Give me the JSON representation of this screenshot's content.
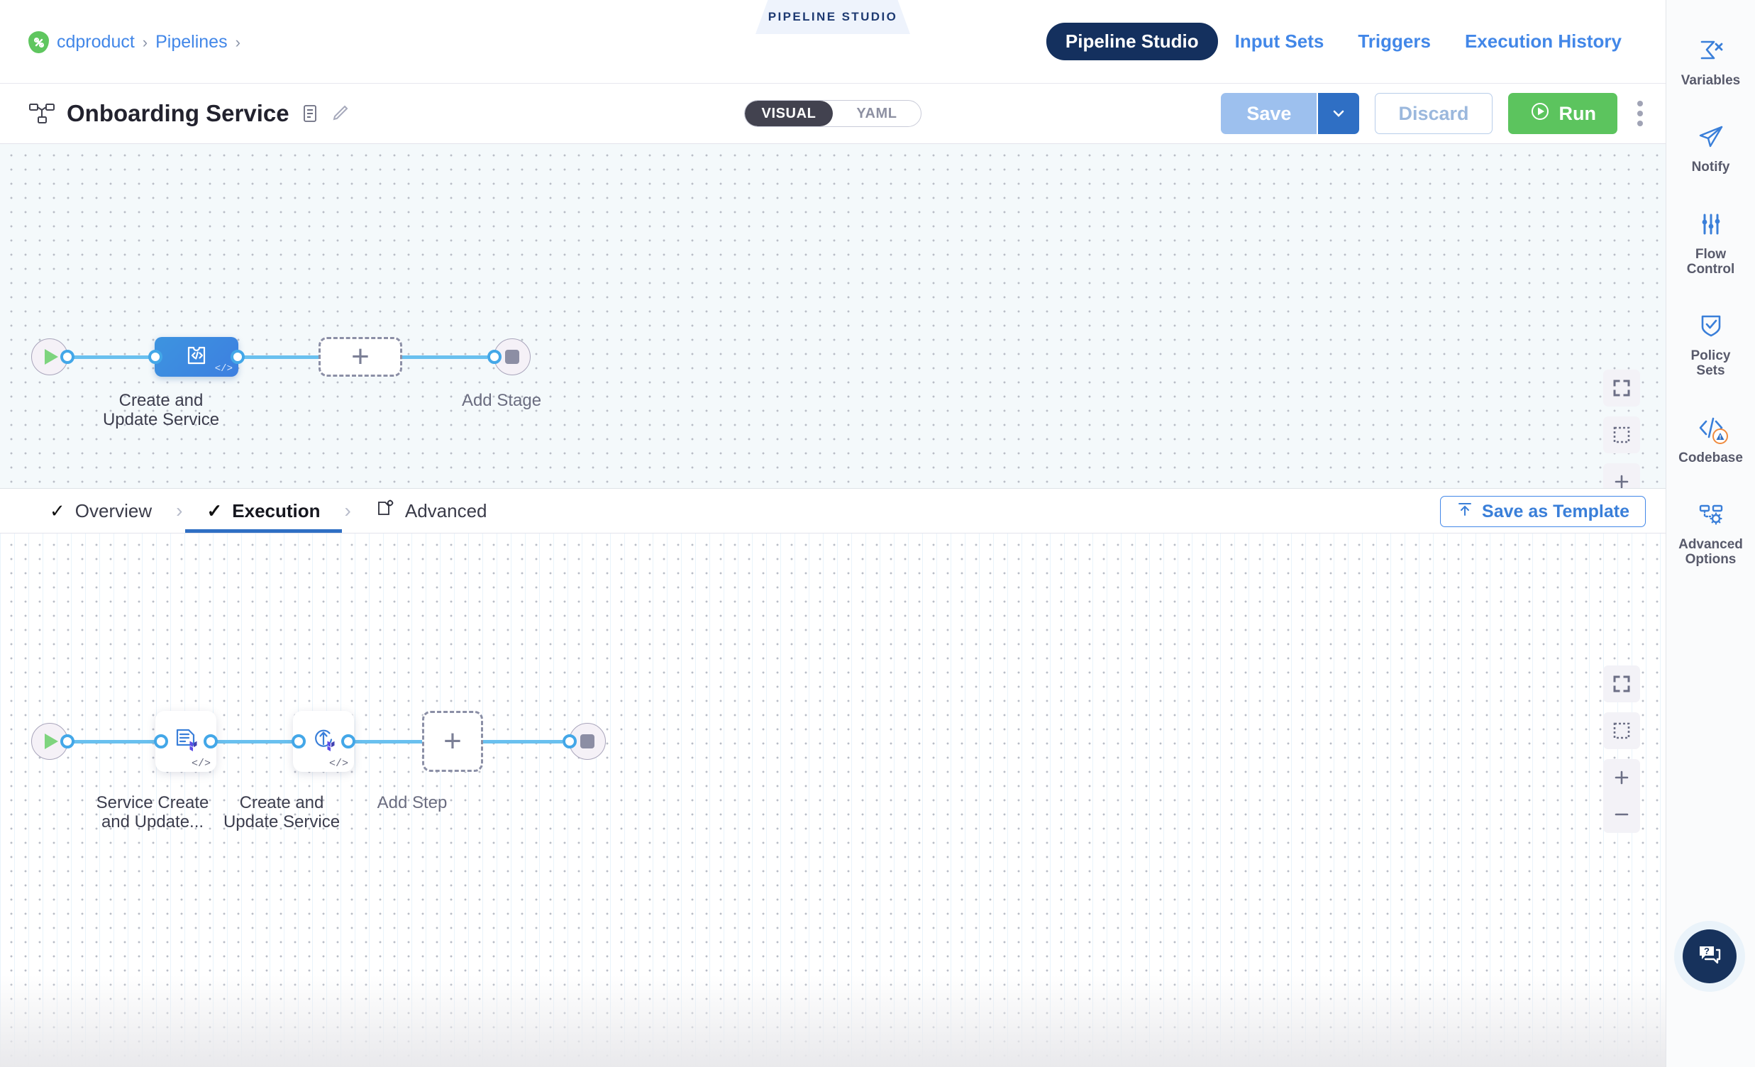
{
  "breadcrumb": {
    "logo_icon": "harness-logo-icon",
    "items": [
      {
        "label": "cdproduct"
      },
      {
        "label": "Pipelines"
      }
    ],
    "separator": "›"
  },
  "studio_banner": {
    "label": "PIPELINE STUDIO"
  },
  "topnav": {
    "items": [
      {
        "label": "Pipeline Studio",
        "active": true
      },
      {
        "label": "Input Sets",
        "active": false
      },
      {
        "label": "Triggers",
        "active": false
      },
      {
        "label": "Execution History",
        "active": false
      }
    ]
  },
  "titlebar": {
    "pipeline_icon": "pipeline-hierarchy-icon",
    "title": "Onboarding Service",
    "description_icon": "description-icon",
    "edit_icon": "pencil-icon",
    "view_toggle": {
      "options": [
        {
          "label": "VISUAL",
          "active": true
        },
        {
          "label": "YAML",
          "active": false
        }
      ]
    },
    "save_label": "Save",
    "save_caret_icon": "chevron-down-icon",
    "discard_label": "Discard",
    "run_label": "Run",
    "run_icon": "play-circle-icon",
    "kebab_icon": "more-vertical-icon"
  },
  "stage_canvas": {
    "start_node": {
      "icon": "play-icon",
      "label": ""
    },
    "nodes": [
      {
        "id": "stage-1",
        "label": "Create and\nUpdate Service",
        "label_line1": "Create and",
        "label_line2": "Update Service",
        "icon": "custom-stage-icon",
        "badge": "</>",
        "selected": true
      }
    ],
    "add_stage": {
      "label": "Add Stage",
      "icon": "plus-icon"
    },
    "end_node": {
      "icon": "stop-icon"
    },
    "controls": [
      {
        "name": "fit-to-screen",
        "icon": "expand-icon"
      },
      {
        "name": "selection-box",
        "icon": "marquee-select-icon"
      },
      {
        "name": "zoom-in",
        "icon": "plus-icon"
      },
      {
        "name": "zoom-out",
        "icon": "minus-icon"
      }
    ]
  },
  "tabs": {
    "items": [
      {
        "label": "Overview",
        "icon": "check-icon",
        "active": false
      },
      {
        "label": "Execution",
        "icon": "check-icon",
        "active": true
      },
      {
        "label": "Advanced",
        "icon": "advanced-doc-gear-icon",
        "active": false
      }
    ],
    "separator": "›",
    "save_as_template": {
      "label": "Save as Template",
      "icon": "template-upload-icon"
    }
  },
  "step_canvas": {
    "start_node": {
      "icon": "play-icon"
    },
    "nodes": [
      {
        "id": "step-1",
        "label_line1": "Service Create",
        "label_line2": "and Update...",
        "icon": "terraform-plan-icon",
        "badge": "</>"
      },
      {
        "id": "step-2",
        "label_line1": "Create and",
        "label_line2": "Update Service",
        "icon": "terraform-apply-icon",
        "badge": "</>"
      }
    ],
    "add_step": {
      "label": "Add Step",
      "icon": "plus-icon"
    },
    "end_node": {
      "icon": "stop-icon"
    },
    "controls": [
      {
        "name": "fit-to-screen",
        "icon": "expand-icon"
      },
      {
        "name": "selection-box",
        "icon": "marquee-select-icon"
      },
      {
        "name": "zoom-in",
        "icon": "plus-icon"
      },
      {
        "name": "zoom-out",
        "icon": "minus-icon"
      }
    ]
  },
  "rail": {
    "items": [
      {
        "label": "Variables",
        "icon": "sigma-x-icon",
        "badge": null
      },
      {
        "label": "Notify",
        "icon": "paper-plane-icon",
        "badge": null
      },
      {
        "label": "Flow\nControl",
        "label_line1": "Flow",
        "label_line2": "Control",
        "icon": "sliders-icon",
        "badge": null
      },
      {
        "label": "Policy\nSets",
        "label_line1": "Policy",
        "label_line2": "Sets",
        "icon": "shield-check-icon",
        "badge": null
      },
      {
        "label": "Codebase",
        "icon": "code-brackets-icon",
        "badge": "warning"
      },
      {
        "label": "Advanced\nOptions",
        "label_line1": "Advanced",
        "label_line2": "Options",
        "icon": "nodes-gear-icon",
        "badge": null
      }
    ],
    "help_button": {
      "icon": "help-chat-icon"
    }
  },
  "colors": {
    "accent_blue": "#4287e8",
    "nav_active_bg": "#14305e",
    "run_green": "#5cc45e",
    "save_blue": "#9dc0ee",
    "save_caret_blue": "#2f6fc4",
    "wire_blue": "#69c0ef",
    "stage_selected": "#3d7fe0",
    "tab_underline": "#2f6fc4",
    "warning_orange": "#ef8b3f",
    "canvas_stage_bg": "#f4f9fb",
    "help_navy": "#17325c"
  }
}
